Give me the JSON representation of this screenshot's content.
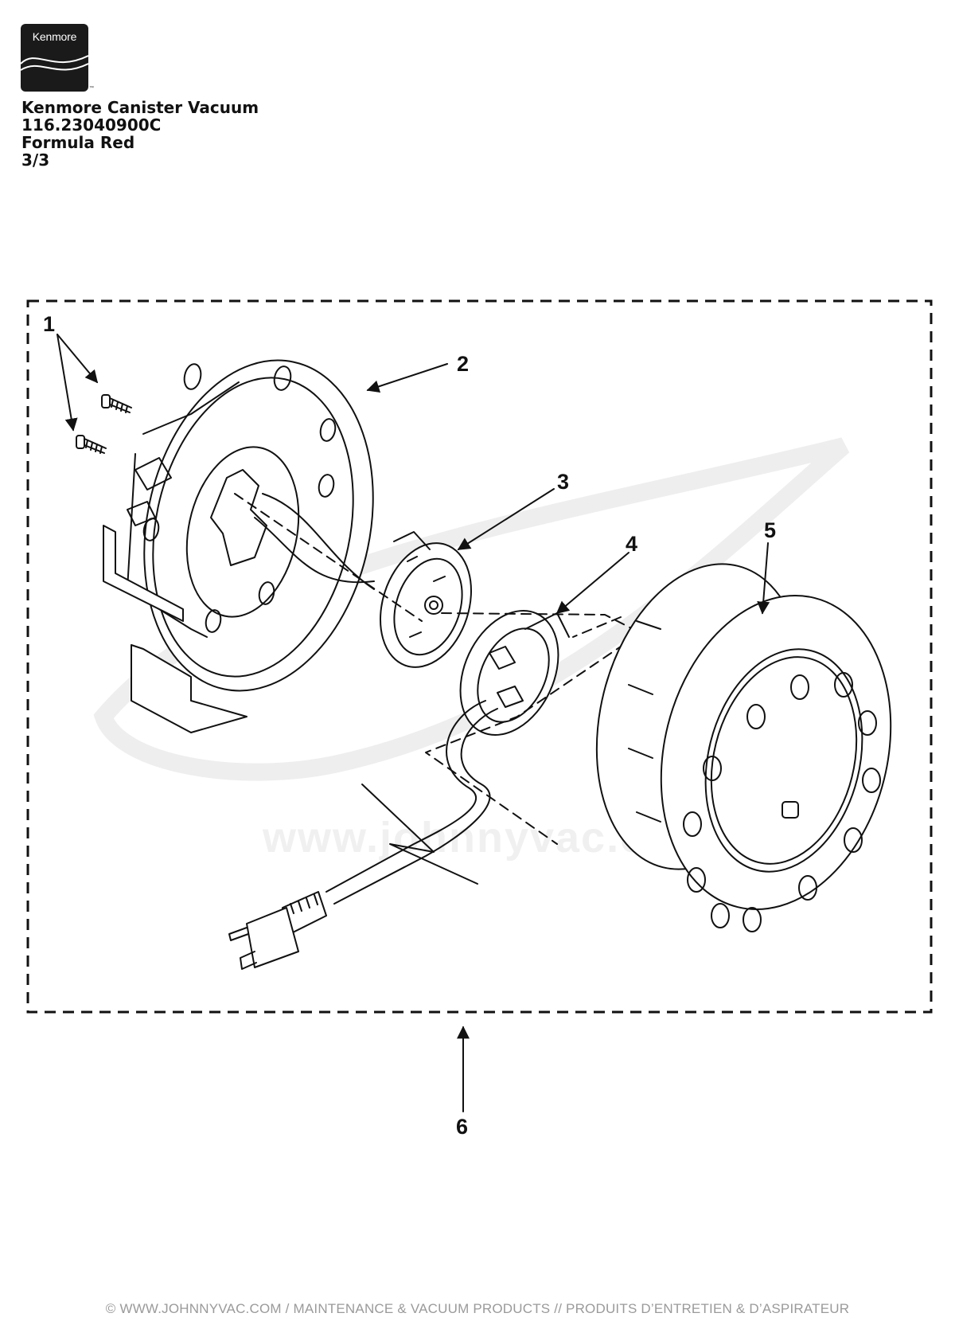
{
  "logo": {
    "brand": "Kenmore",
    "trademark": "™"
  },
  "header": {
    "product": "Kenmore Canister Vacuum",
    "model": "116.23040900C",
    "color": "Formula Red",
    "page": "3/3"
  },
  "watermark": {
    "url": "www.johnnyvac.com"
  },
  "callouts": [
    "1",
    "2",
    "3",
    "4",
    "5",
    "6"
  ],
  "footer": {
    "text": "© WWW.JOHNNYVAC.COM / MAINTENANCE & VACUUM PRODUCTS  //  PRODUITS D’ENTRETIEN & D’ASPIRATEUR"
  }
}
